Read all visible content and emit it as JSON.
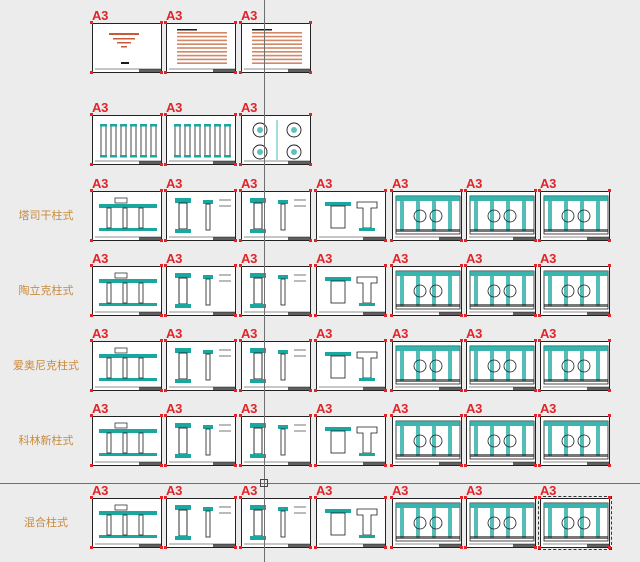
{
  "sheet_tag": "A3",
  "colors": {
    "tag": "#e0252a",
    "label": "#c98a3a",
    "cad_line": "#1aa7a0",
    "cad_dark": "#1c1c1c"
  },
  "row_labels": [
    "塔司干柱式",
    "陶立克柱式",
    "爱奥尼克柱式",
    "科林新柱式",
    "混合柱式"
  ],
  "rows": [
    {
      "label": "",
      "sheets": [
        "cover",
        "list",
        "list"
      ]
    },
    {
      "label": "",
      "sheets": [
        "columns",
        "columns",
        "ornament"
      ]
    },
    {
      "label": "塔司干柱式",
      "sheets": [
        "elevation",
        "detail",
        "detail",
        "section",
        "ornate",
        "ornate",
        "ornate"
      ]
    },
    {
      "label": "陶立克柱式",
      "sheets": [
        "elevation",
        "detail",
        "detail",
        "section",
        "ornate",
        "ornate",
        "ornate"
      ]
    },
    {
      "label": "爱奥尼克柱式",
      "sheets": [
        "elevation",
        "detail",
        "detail",
        "section",
        "ornate",
        "ornate",
        "ornate"
      ]
    },
    {
      "label": "科林新柱式",
      "sheets": [
        "elevation",
        "detail",
        "detail",
        "section",
        "ornate",
        "ornate",
        "ornate"
      ]
    },
    {
      "label": "混合柱式",
      "sheets": [
        "elevation",
        "detail",
        "detail",
        "section",
        "ornate",
        "ornate",
        "ornate"
      ]
    }
  ]
}
